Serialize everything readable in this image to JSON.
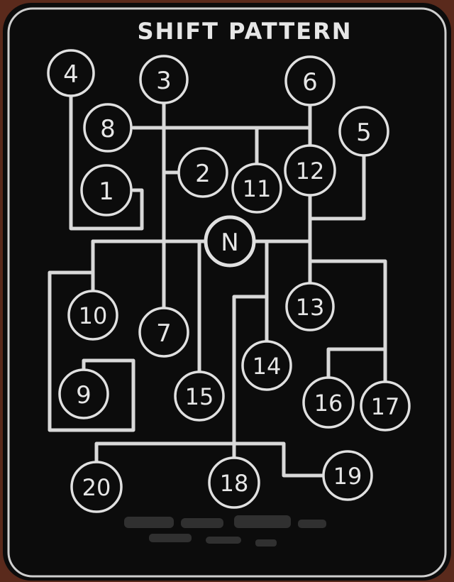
{
  "title": "SHIFT PATTERN",
  "colors": {
    "plate": "#0c0c0c",
    "line": "#d9d9d9",
    "background": "#5a2a1c"
  },
  "positions": [
    {
      "id": "pos-4",
      "label": "4"
    },
    {
      "id": "pos-3",
      "label": "3"
    },
    {
      "id": "pos-6",
      "label": "6"
    },
    {
      "id": "pos-8",
      "label": "8"
    },
    {
      "id": "pos-5",
      "label": "5"
    },
    {
      "id": "pos-2",
      "label": "2"
    },
    {
      "id": "pos-12",
      "label": "12"
    },
    {
      "id": "pos-1",
      "label": "1"
    },
    {
      "id": "pos-11",
      "label": "11"
    },
    {
      "id": "pos-n",
      "label": "N"
    },
    {
      "id": "pos-10",
      "label": "10"
    },
    {
      "id": "pos-13",
      "label": "13"
    },
    {
      "id": "pos-7",
      "label": "7"
    },
    {
      "id": "pos-14",
      "label": "14"
    },
    {
      "id": "pos-9",
      "label": "9"
    },
    {
      "id": "pos-15",
      "label": "15"
    },
    {
      "id": "pos-16",
      "label": "16"
    },
    {
      "id": "pos-17",
      "label": "17"
    },
    {
      "id": "pos-20",
      "label": "20"
    },
    {
      "id": "pos-18",
      "label": "18"
    },
    {
      "id": "pos-19",
      "label": "19"
    }
  ]
}
